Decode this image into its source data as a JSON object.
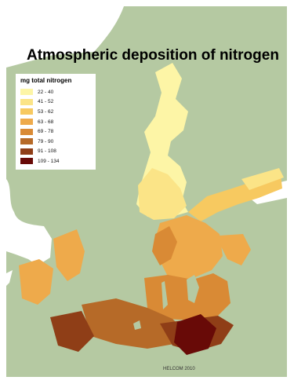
{
  "map": {
    "title": "Atmospheric deposition of nitrogen",
    "credit": "HELCOM 2010",
    "colors": {
      "sea": "#ffffff",
      "land": "#b5c9a2",
      "land_border": "#9fb48c"
    }
  },
  "legend": {
    "title": "mg total nitrogen",
    "items": [
      {
        "label": "22 - 40",
        "color": "#fdf5a6"
      },
      {
        "label": "41 - 52",
        "color": "#fbe487"
      },
      {
        "label": "53 - 62",
        "color": "#f7c960"
      },
      {
        "label": "63 - 68",
        "color": "#eeaa4b"
      },
      {
        "label": "69 - 78",
        "color": "#d98a35"
      },
      {
        "label": "79 - 90",
        "color": "#b66a28"
      },
      {
        "label": "91 - 108",
        "color": "#8f3e17"
      },
      {
        "label": "109 - 134",
        "color": "#680a07"
      }
    ]
  }
}
